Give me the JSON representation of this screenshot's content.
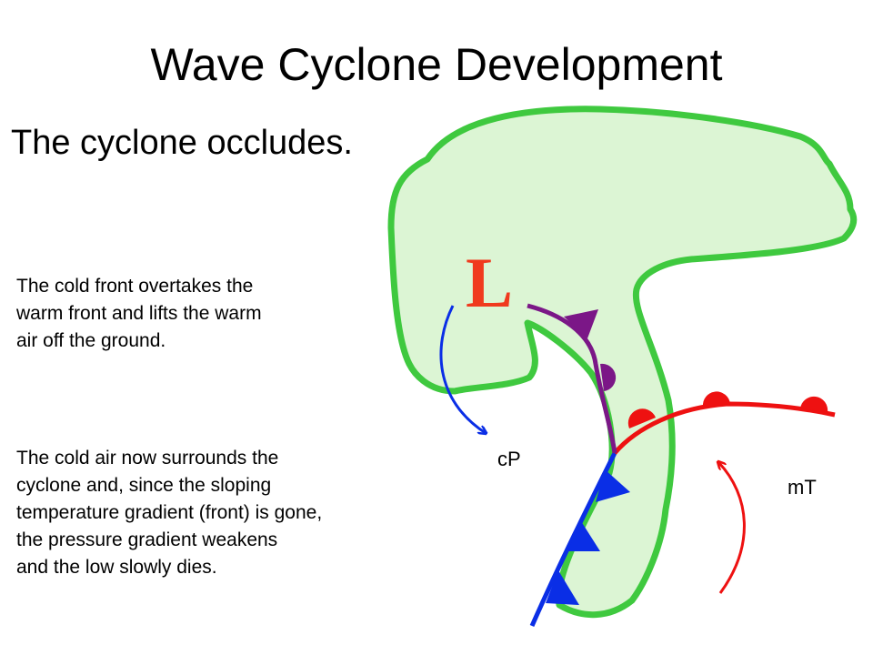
{
  "title": "Wave Cyclone Development",
  "subtitle": "The cyclone occludes.",
  "paragraph_1": [
    "The cold front overtakes the",
    "warm front and lifts the warm",
    "air off the ground."
  ],
  "paragraph_2": [
    "The cold air now surrounds the",
    "cyclone and, since the sloping",
    "temperature gradient (front) is gone,",
    "the pressure gradient weakens",
    "and the low slowly dies."
  ],
  "labels": {
    "low": "L",
    "cold_air_mass": "cP",
    "warm_air_mass": "mT"
  },
  "colors": {
    "cloud_fill": "#dcf5d4",
    "cloud_outline": "#3fc93f",
    "low_symbol": "#f03a1e",
    "cold_front": "#0a2ee6",
    "warm_front": "#ee1111",
    "occluded_front": "#7b1787",
    "cold_air_arrow": "#0a2ee6",
    "warm_air_arrow": "#ee1111"
  }
}
